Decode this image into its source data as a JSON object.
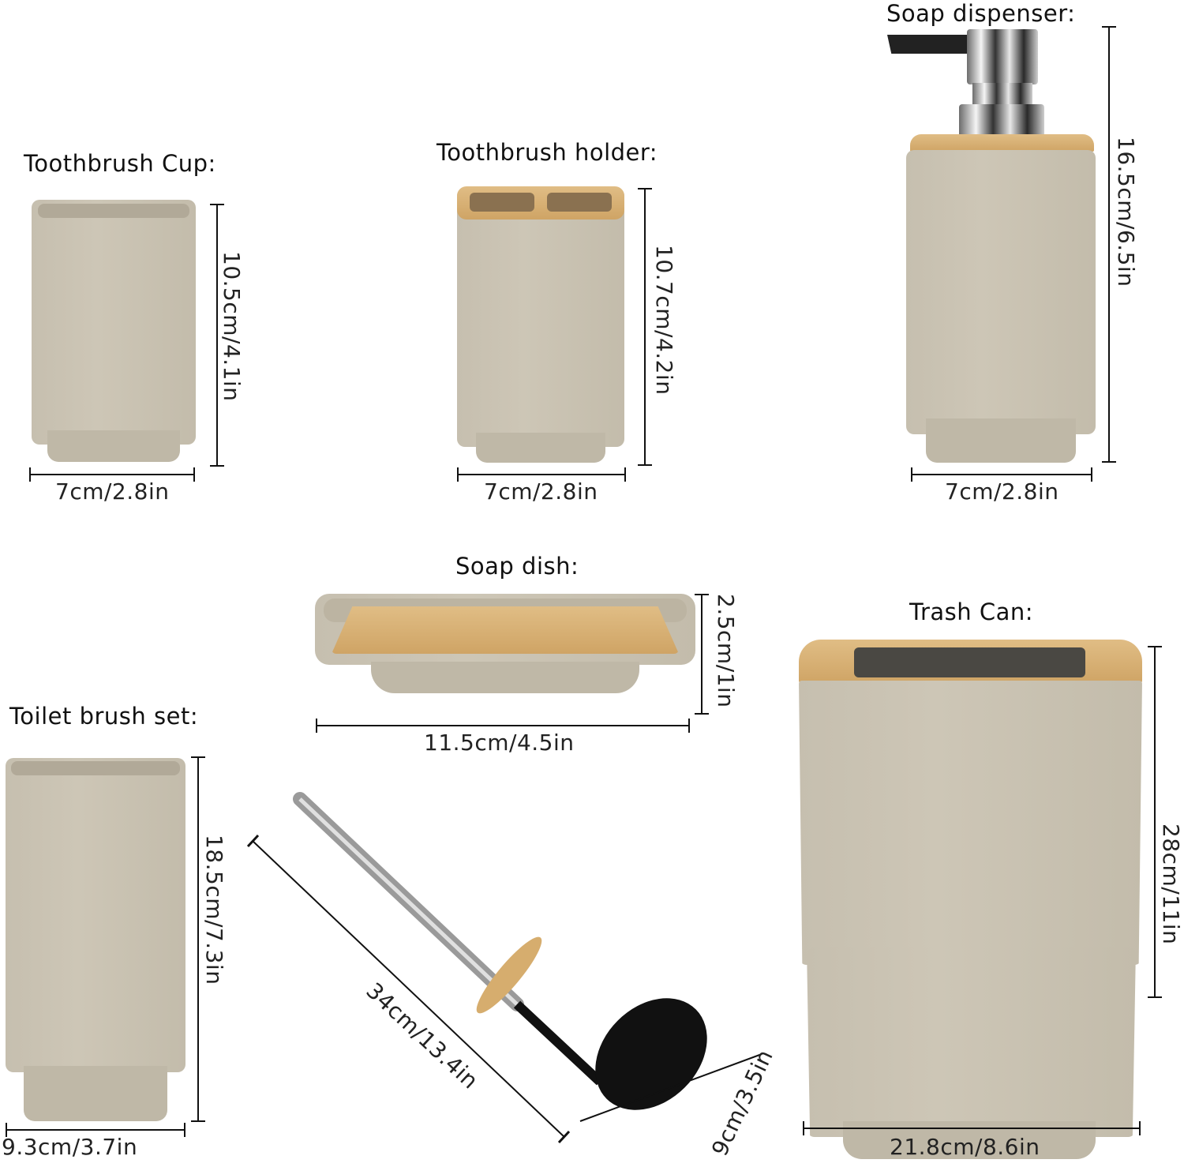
{
  "products": {
    "toothbrush_cup": {
      "title": "Toothbrush Cup:",
      "width": "7cm/2.8in",
      "height": "10.5cm/4.1in"
    },
    "toothbrush_holder": {
      "title": "Toothbrush holder:",
      "width": "7cm/2.8in",
      "height": "10.7cm/4.2in"
    },
    "soap_dispenser": {
      "title": "Soap dispenser:",
      "width": "7cm/2.8in",
      "height": "16.5cm/6.5in"
    },
    "soap_dish": {
      "title": "Soap dish:",
      "width": "11.5cm/4.5in",
      "height": "2.5cm/1in"
    },
    "trash_can": {
      "title": "Trash Can:",
      "width": "21.8cm/8.6in",
      "height": "28cm/11in"
    },
    "toilet_brush_set": {
      "title": "Toilet brush set:",
      "holder_width": "9.3cm/3.7in",
      "holder_height": "18.5cm/7.3in",
      "brush_length": "34cm/13.4in",
      "brush_head_diameter": "9cm/3.5in"
    }
  },
  "colors": {
    "body": "#c8c1b0",
    "bamboo": "#d6ad6e",
    "chrome": "#bdbdbd",
    "bristles": "#111111",
    "background": "#ffffff"
  }
}
